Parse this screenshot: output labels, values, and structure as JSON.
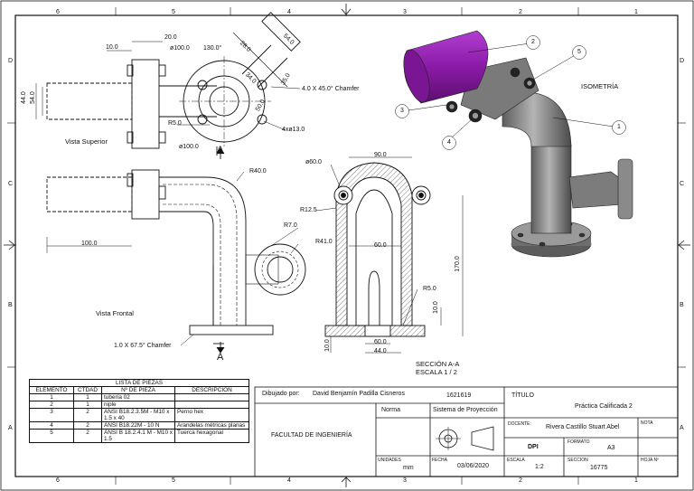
{
  "border": {
    "top_numbers": [
      "6",
      "5",
      "4",
      "3",
      "2",
      "1"
    ],
    "bottom_numbers": [
      "6",
      "5",
      "4",
      "3",
      "2",
      "1"
    ],
    "side_letters": [
      "D",
      "C",
      "B",
      "A"
    ]
  },
  "views": {
    "top": "Vista Superior",
    "front": "Vista Frontal",
    "section_title": "SECCIÓN A-A",
    "section_scale": "ESCALA 1 / 2",
    "iso": "ISOMETRÍA",
    "section_mark": "A"
  },
  "dims": {
    "d_20": "20.0",
    "d_10": "10.0",
    "d_phi100_top": "ø100.0",
    "d_130": "130.0°",
    "d_54_top": "54.0",
    "d_28": "28.0",
    "d_34": "34.0",
    "d_35": "35.0",
    "d_50": "50.0",
    "d_chamfer45": "4.0 X 45.0° Chamfer",
    "d_44": "44.0",
    "d_54": "54.0",
    "d_r5": "R5.0",
    "d_4x13": "4xø13.0",
    "d_phi100_low": "ø100.0",
    "d_r40": "R40.0",
    "d_100": "100.0",
    "d_r7": "R7.0",
    "d_r41": "R41.0",
    "d_chamfer67": "1.0 X 67.5° Chamfer",
    "d_phi60": "ø60.0",
    "d_90": "90.0",
    "d_r12": "R12.5",
    "d_60_mid": "60.0",
    "d_170": "170.0",
    "d_r5_sec": "R5.0",
    "d_10_sec": "10.0",
    "d_10_left": "10.0",
    "d_60_low": "60.0",
    "d_44_low": "44.0"
  },
  "balloons": [
    "1",
    "2",
    "3",
    "4",
    "5"
  ],
  "bom": {
    "title": "LISTA DE PIEZAS",
    "headers": [
      "ELEMENTO",
      "CTDAD",
      "Nº DE PIEZA",
      "DESCRIPCIÓN"
    ],
    "rows": [
      {
        "el": "1",
        "qty": "1",
        "part": "tubería 02",
        "desc": ""
      },
      {
        "el": "2",
        "qty": "1",
        "part": "niple",
        "desc": ""
      },
      {
        "el": "3",
        "qty": "2",
        "part": "ANSI B18.2.3.5M - M10 x 1.5 x 40",
        "desc": "Perno hex"
      },
      {
        "el": "4",
        "qty": "2",
        "part": "ANSI B18.22M - 10 N",
        "desc": "Arandelas métricas planas"
      },
      {
        "el": "5",
        "qty": "2",
        "part": "ANSI B 18.2.4.1 M - M10 x 1.5",
        "desc": "Tuerca hexagonal"
      }
    ]
  },
  "title_block": {
    "drawn_by_label": "Dibujado por:",
    "drawn_by": "David Benjamín Padilla Cisneros",
    "code": "1621619",
    "norma": "Norma",
    "projection": "Sistema de Proyección",
    "faculty": "FACULTAD DE INGENIERÍA",
    "titulo_label": "TÍTULO",
    "titulo": "Práctica Calificada 2",
    "docente_label": "DOCENTE:",
    "docente": "Rivera Castillo Stuart Abel",
    "nota_label": "NOTA",
    "dpi": "DPI",
    "formato_label": "FORMATO",
    "formato": "A3",
    "unidades_label": "UNIDADES",
    "unidades": "mm",
    "fecha_label": "FECHA",
    "fecha": "03/06/2020",
    "escala_label": "ESCALA",
    "escala": "1:2",
    "seccion_label": "SECCION",
    "seccion": "16775",
    "hoja_label": "HOJA Nº"
  },
  "colors": {
    "purple": "#8a1aa6",
    "gray": "#8c8c8c",
    "line": "#111111"
  }
}
